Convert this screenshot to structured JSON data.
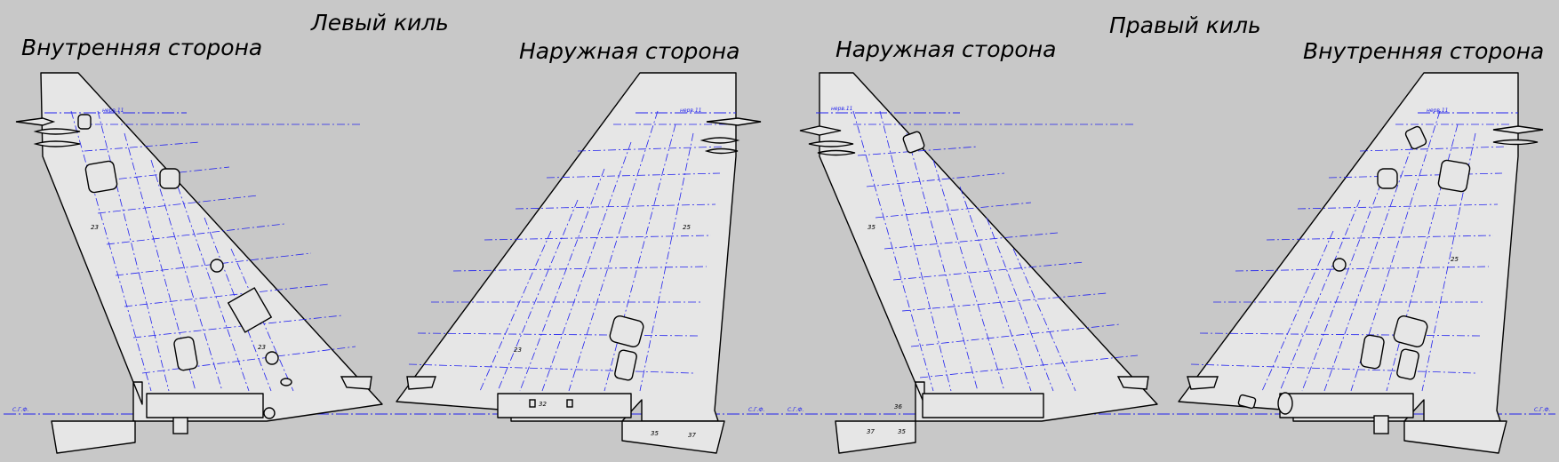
{
  "headings": {
    "left_fin": "Левый киль",
    "right_fin": "Правый киль",
    "left_inner": "Внутренняя сторона",
    "left_outer": "Наружная сторона",
    "right_outer": "Наружная сторона",
    "right_inner": "Внутренняя сторона"
  },
  "datum_label": "С.Г.Ф.",
  "rib_label": "нерв.11",
  "part_numbers": [
    "23",
    "23",
    "25",
    "23",
    "32",
    "35",
    "37",
    "37",
    "35",
    "36",
    "25"
  ],
  "colors": {
    "background": "#c8c8c8",
    "panel_fill": "#e6e6e6",
    "outline": "#000000",
    "construction_lines": "#2222ee"
  }
}
